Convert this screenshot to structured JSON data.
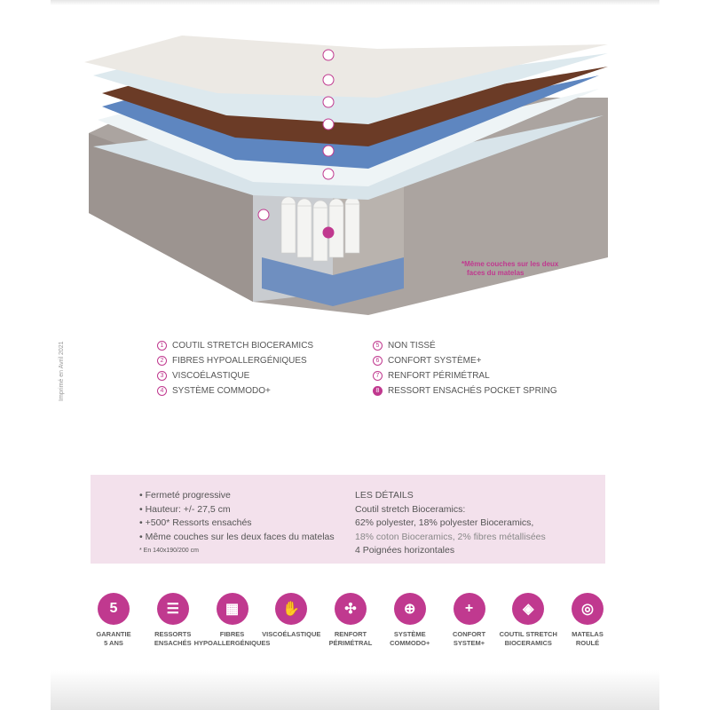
{
  "note": [
    "*Même couches sur les deux",
    "faces du matelas"
  ],
  "printed": "Imprimé en Avril 2021",
  "layers_left": [
    {
      "n": "1",
      "label": "COUTIL STRETCH BIOCERAMICS"
    },
    {
      "n": "2",
      "label": "FIBRES HYPOALLERGÉNIQUES"
    },
    {
      "n": "3",
      "label": "VISCOÉLASTIQUE"
    },
    {
      "n": "4",
      "label": "SYSTÈME COMMODO+"
    }
  ],
  "layers_right": [
    {
      "n": "5",
      "label": "NON TISSÉ"
    },
    {
      "n": "6",
      "label": "CONFORT SYSTÈME+"
    },
    {
      "n": "7",
      "label": "RENFORT PÉRIMÉTRAL"
    },
    {
      "n": "8",
      "label": "RESSORT ENSACHÉS POCKET SPRING"
    }
  ],
  "features": [
    "• Fermeté progressive",
    "• Hauteur: +/- 27,5 cm",
    "• +500* Ressorts ensachés",
    "• Même couches sur les deux faces du matelas"
  ],
  "footnote": "* En 140x190/200 cm",
  "details": [
    "LES DÉTAILS",
    "Coutil stretch Bioceramics:",
    "62% polyester, 18% polyester Bioceramics,",
    "18% coton Bioceramics, 2% fibres métallisées",
    "4 Poignées horizontales"
  ],
  "icons": [
    {
      "glyph": "5",
      "line1": "GARANTIE",
      "line2": "5 ANS"
    },
    {
      "glyph": "☰",
      "line1": "RESSORTS",
      "line2": "ENSACHÉS"
    },
    {
      "glyph": "▦",
      "line1": "FIBRES",
      "line2": "HYPOALLERGÉNIQUES"
    },
    {
      "glyph": "✋",
      "line1": "VISCOÉLASTIQUE",
      "line2": ""
    },
    {
      "glyph": "✣",
      "line1": "RENFORT",
      "line2": "PÉRIMÉTRAL"
    },
    {
      "glyph": "⊕",
      "line1": "SYSTÈME",
      "line2": "COMMODO+"
    },
    {
      "glyph": "+",
      "line1": "CONFORT",
      "line2": "SYSTEM+"
    },
    {
      "glyph": "◈",
      "line1": "COUTIL STRETCH",
      "line2": "BIOCERAMICS"
    },
    {
      "glyph": "◎",
      "line1": "MATELAS",
      "line2": "ROULÉ"
    }
  ],
  "colors": {
    "accent": "#c0398f",
    "panel": "#f3e1ec"
  }
}
